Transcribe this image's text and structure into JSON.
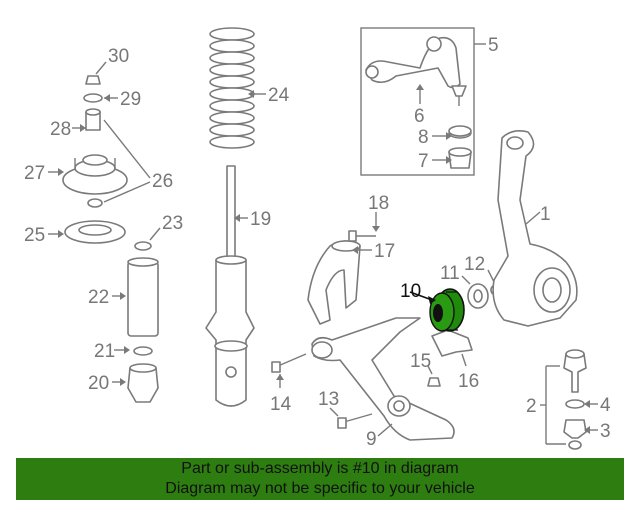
{
  "callouts": {
    "c1": "1",
    "c2": "2",
    "c3": "3",
    "c4": "4",
    "c5": "5",
    "c6": "6",
    "c7": "7",
    "c8": "8",
    "c9": "9",
    "c10": "10",
    "c11": "11",
    "c12": "12",
    "c13": "13",
    "c14": "14",
    "c15": "15",
    "c16": "16",
    "c17": "17",
    "c18": "18",
    "c19": "19",
    "c20": "20",
    "c21": "21",
    "c22": "22",
    "c23": "23",
    "c24": "24",
    "c25": "25",
    "c26": "26",
    "c27": "27",
    "c28": "28",
    "c29": "29",
    "c30": "30"
  },
  "highlighted_part": "10",
  "colors": {
    "banner_bg": "#2e7d11",
    "highlight_part": "#1f8a0c",
    "line": "#7a7a7a",
    "label": "#777777"
  },
  "banner": {
    "line1": "Part or sub-assembly is #10 in diagram",
    "line2": "Diagram may not be specific to your vehicle"
  }
}
